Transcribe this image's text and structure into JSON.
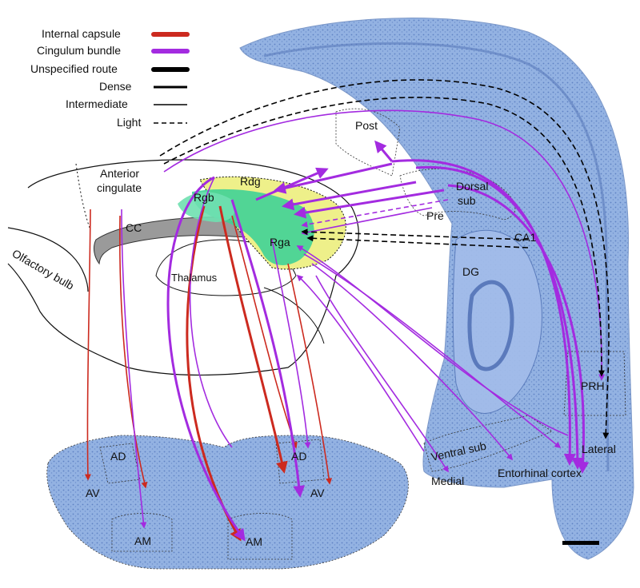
{
  "legend": {
    "items": [
      {
        "label": "Internal capsule",
        "color": "#cc2a1f",
        "style": "thick"
      },
      {
        "label": "Cingulum bundle",
        "color": "#a32be0",
        "style": "thick"
      },
      {
        "label": "Unspecified route",
        "color": "#000000",
        "style": "thick"
      },
      {
        "label": "Dense",
        "color": "#000000",
        "style": "medium"
      },
      {
        "label": "Intermediate",
        "color": "#000000",
        "style": "thin"
      },
      {
        "label": "Light",
        "color": "#000000",
        "style": "dashed"
      }
    ]
  },
  "colors": {
    "internal_capsule": "#cc2a1f",
    "cingulum": "#a32be0",
    "unspecified": "#000000",
    "tissue": "#8fb0e0",
    "tissue_dark": "#5f82c4",
    "background": "#ffffff",
    "rdg_fill": "#f0f08c",
    "rga_fill": "#48d49a",
    "cc_fill": "#9a9a9a"
  },
  "labels": {
    "anterior_cingulate": [
      "Anterior",
      "cingulate"
    ],
    "cc": "CC",
    "thalamus": "Thalamus",
    "olfactory_bulb": "Olfactory bulb",
    "rdg": "Rdg",
    "rgb": "Rgb",
    "rga": "Rga",
    "post": "Post",
    "dorsal_sub": [
      "Dorsal",
      "sub"
    ],
    "pre": "Pre",
    "ca1": "CA1",
    "dg": "DG",
    "prh": "PRH",
    "lateral": "Lateral",
    "ventral_sub": "Ventral sub",
    "medial": "Medial",
    "entorhinal_cortex": "Entorhinal cortex",
    "thal_left": {
      "ad": "AD",
      "av": "AV",
      "am": "AM"
    },
    "thal_right": {
      "ad": "AD",
      "av": "AV",
      "am": "AM"
    }
  }
}
